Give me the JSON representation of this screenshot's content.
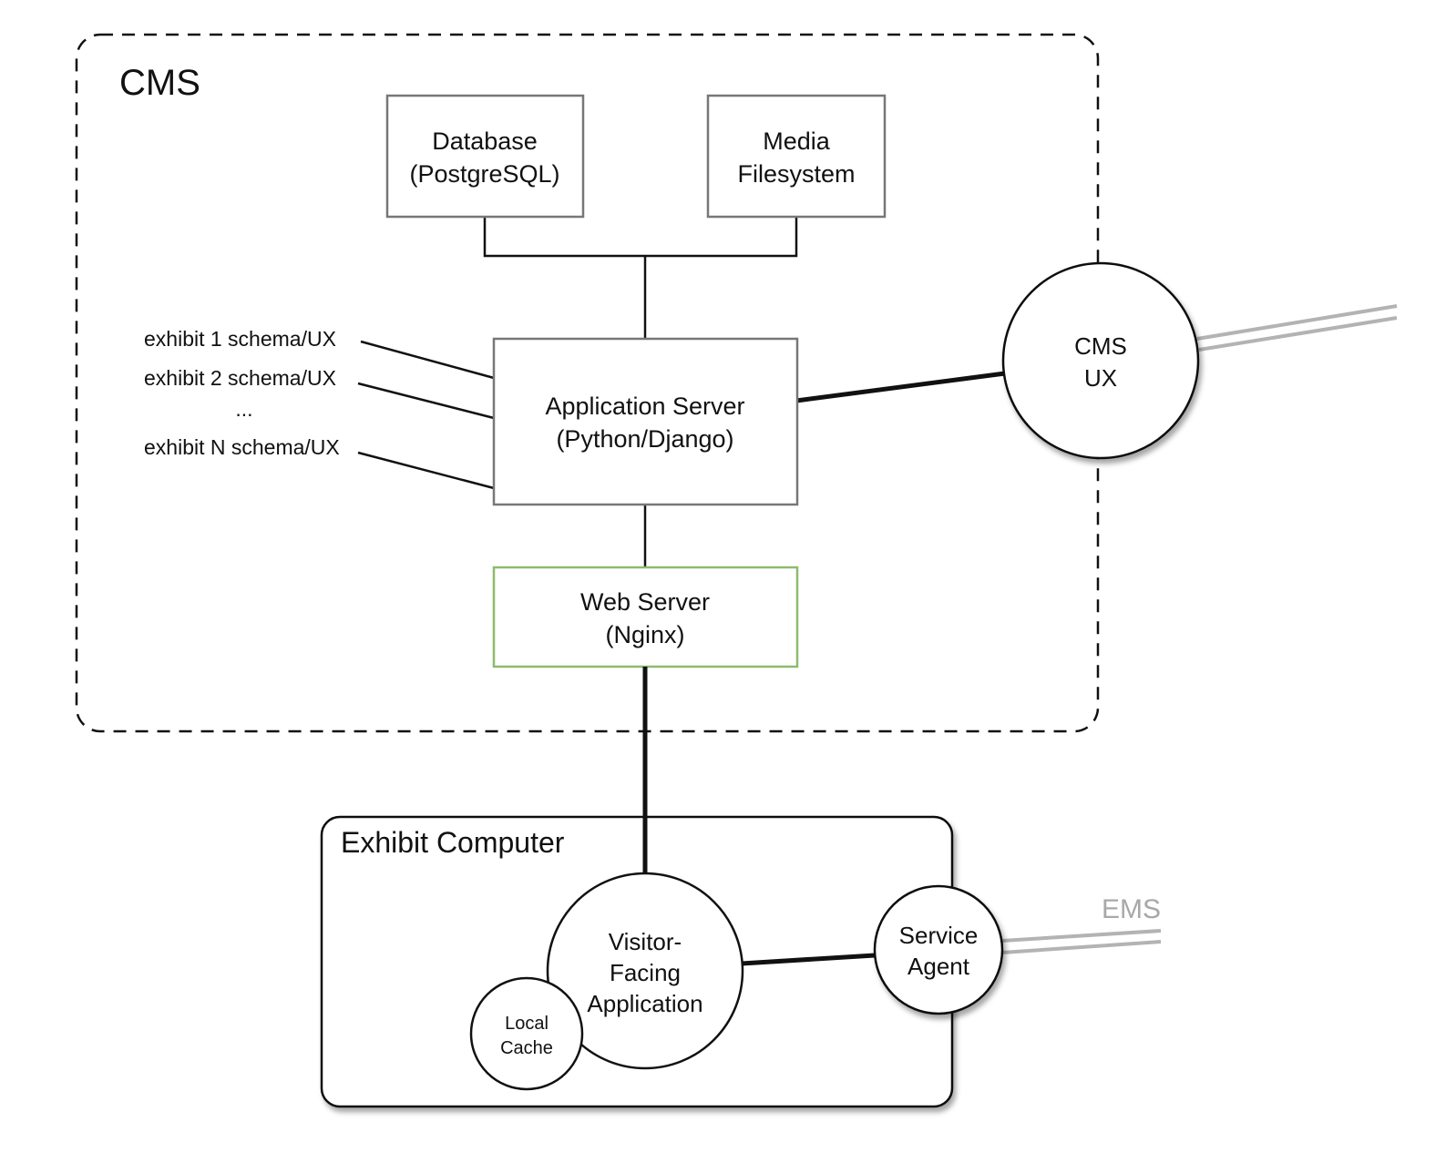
{
  "diagram": {
    "cms_group": {
      "title": "CMS"
    },
    "database": {
      "line1": "Database",
      "line2": "(PostgreSQL)"
    },
    "media": {
      "line1": "Media",
      "line2": "Filesystem"
    },
    "app_server": {
      "line1": "Application Server",
      "line2": "(Python/Django)"
    },
    "web_server": {
      "line1": "Web Server",
      "line2": "(Nginx)",
      "border_color": "#8dbb6e"
    },
    "exhibit_schemas": [
      "exhibit 1 schema/UX",
      "exhibit 2 schema/UX",
      "...",
      "exhibit N schema/UX"
    ],
    "cms_ux": {
      "line1": "CMS",
      "line2": "UX"
    },
    "exhibit_computer": {
      "title": "Exhibit Computer"
    },
    "visitor_app": {
      "line1": "Visitor-",
      "line2": "Facing",
      "line3": "Application"
    },
    "local_cache": {
      "line1": "Local",
      "line2": "Cache"
    },
    "service_agent": {
      "line1": "Service",
      "line2": "Agent"
    },
    "ems": {
      "label": "EMS",
      "color": "#a8a8a8"
    }
  }
}
